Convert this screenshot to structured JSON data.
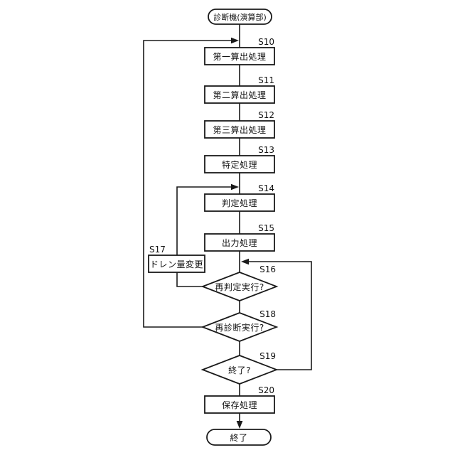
{
  "figure": {
    "type": "flowchart",
    "background": "#ffffff",
    "line_color": "#1a1a1a",
    "nodes": {
      "start": {
        "type": "terminator",
        "label": "診断機(演算部)"
      },
      "s10": {
        "type": "process",
        "step": "S10",
        "label": "第一算出処理"
      },
      "s11": {
        "type": "process",
        "step": "S11",
        "label": "第二算出処理"
      },
      "s12": {
        "type": "process",
        "step": "S12",
        "label": "第三算出処理"
      },
      "s13": {
        "type": "process",
        "step": "S13",
        "label": "特定処理"
      },
      "s14": {
        "type": "process",
        "step": "S14",
        "label": "判定処理"
      },
      "s15": {
        "type": "process",
        "step": "S15",
        "label": "出力処理"
      },
      "s16": {
        "type": "decision",
        "step": "S16",
        "label": "再判定実行?"
      },
      "s17": {
        "type": "process",
        "step": "S17",
        "label": "ドレン量変更"
      },
      "s18": {
        "type": "decision",
        "step": "S18",
        "label": "再診断実行?"
      },
      "s19": {
        "type": "decision",
        "step": "S19",
        "label": "終了?"
      },
      "s20": {
        "type": "process",
        "step": "S20",
        "label": "保存処理"
      },
      "end": {
        "type": "terminator",
        "label": "終了"
      }
    },
    "edges": [
      {
        "from": "start",
        "to": "s10"
      },
      {
        "from": "s10",
        "to": "s11"
      },
      {
        "from": "s11",
        "to": "s12"
      },
      {
        "from": "s12",
        "to": "s13"
      },
      {
        "from": "s13",
        "to": "s14"
      },
      {
        "from": "s14",
        "to": "s15"
      },
      {
        "from": "s15",
        "to": "s16"
      },
      {
        "from": "s16",
        "to": "s17",
        "note": "left branch"
      },
      {
        "from": "s17",
        "to": "s14",
        "note": "loop back above S14"
      },
      {
        "from": "s16",
        "to": "s18"
      },
      {
        "from": "s18",
        "to": "s10",
        "note": "left loop back above S10"
      },
      {
        "from": "s18",
        "to": "s19"
      },
      {
        "from": "s19",
        "to": "s16",
        "note": "right loop back above S16"
      },
      {
        "from": "s19",
        "to": "s20"
      },
      {
        "from": "s20",
        "to": "end"
      }
    ]
  }
}
